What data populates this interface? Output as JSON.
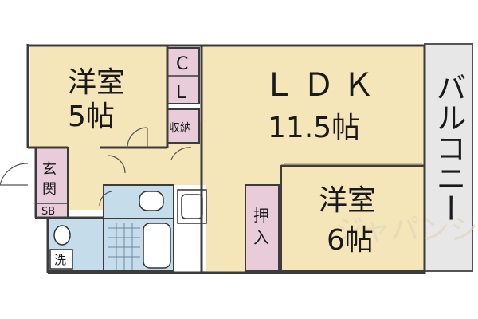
{
  "rooms": {
    "western_room_1": {
      "name": "洋室",
      "size": "5帖"
    },
    "ldk": {
      "name": "ＬＤＫ",
      "size": "11.5帖"
    },
    "western_room_2": {
      "name": "洋室",
      "size": "6帖"
    }
  },
  "labels": {
    "closet_c": "C",
    "closet_l": "L",
    "storage": "収納",
    "entrance_1": "玄",
    "entrance_2": "関",
    "shoe_box": "SB",
    "wash": "洗",
    "oshiire_1": "押",
    "oshiire_2": "入",
    "balcony": "バルコニー"
  },
  "watermark": "ジャパンショップ",
  "colors": {
    "floor_beige": "#f4e6b9",
    "closet_pink": "#e8ccd9",
    "wet_blue": "#c5dceb",
    "balcony_gray": "#e7e7e7",
    "wall": "#3c3c3c"
  }
}
